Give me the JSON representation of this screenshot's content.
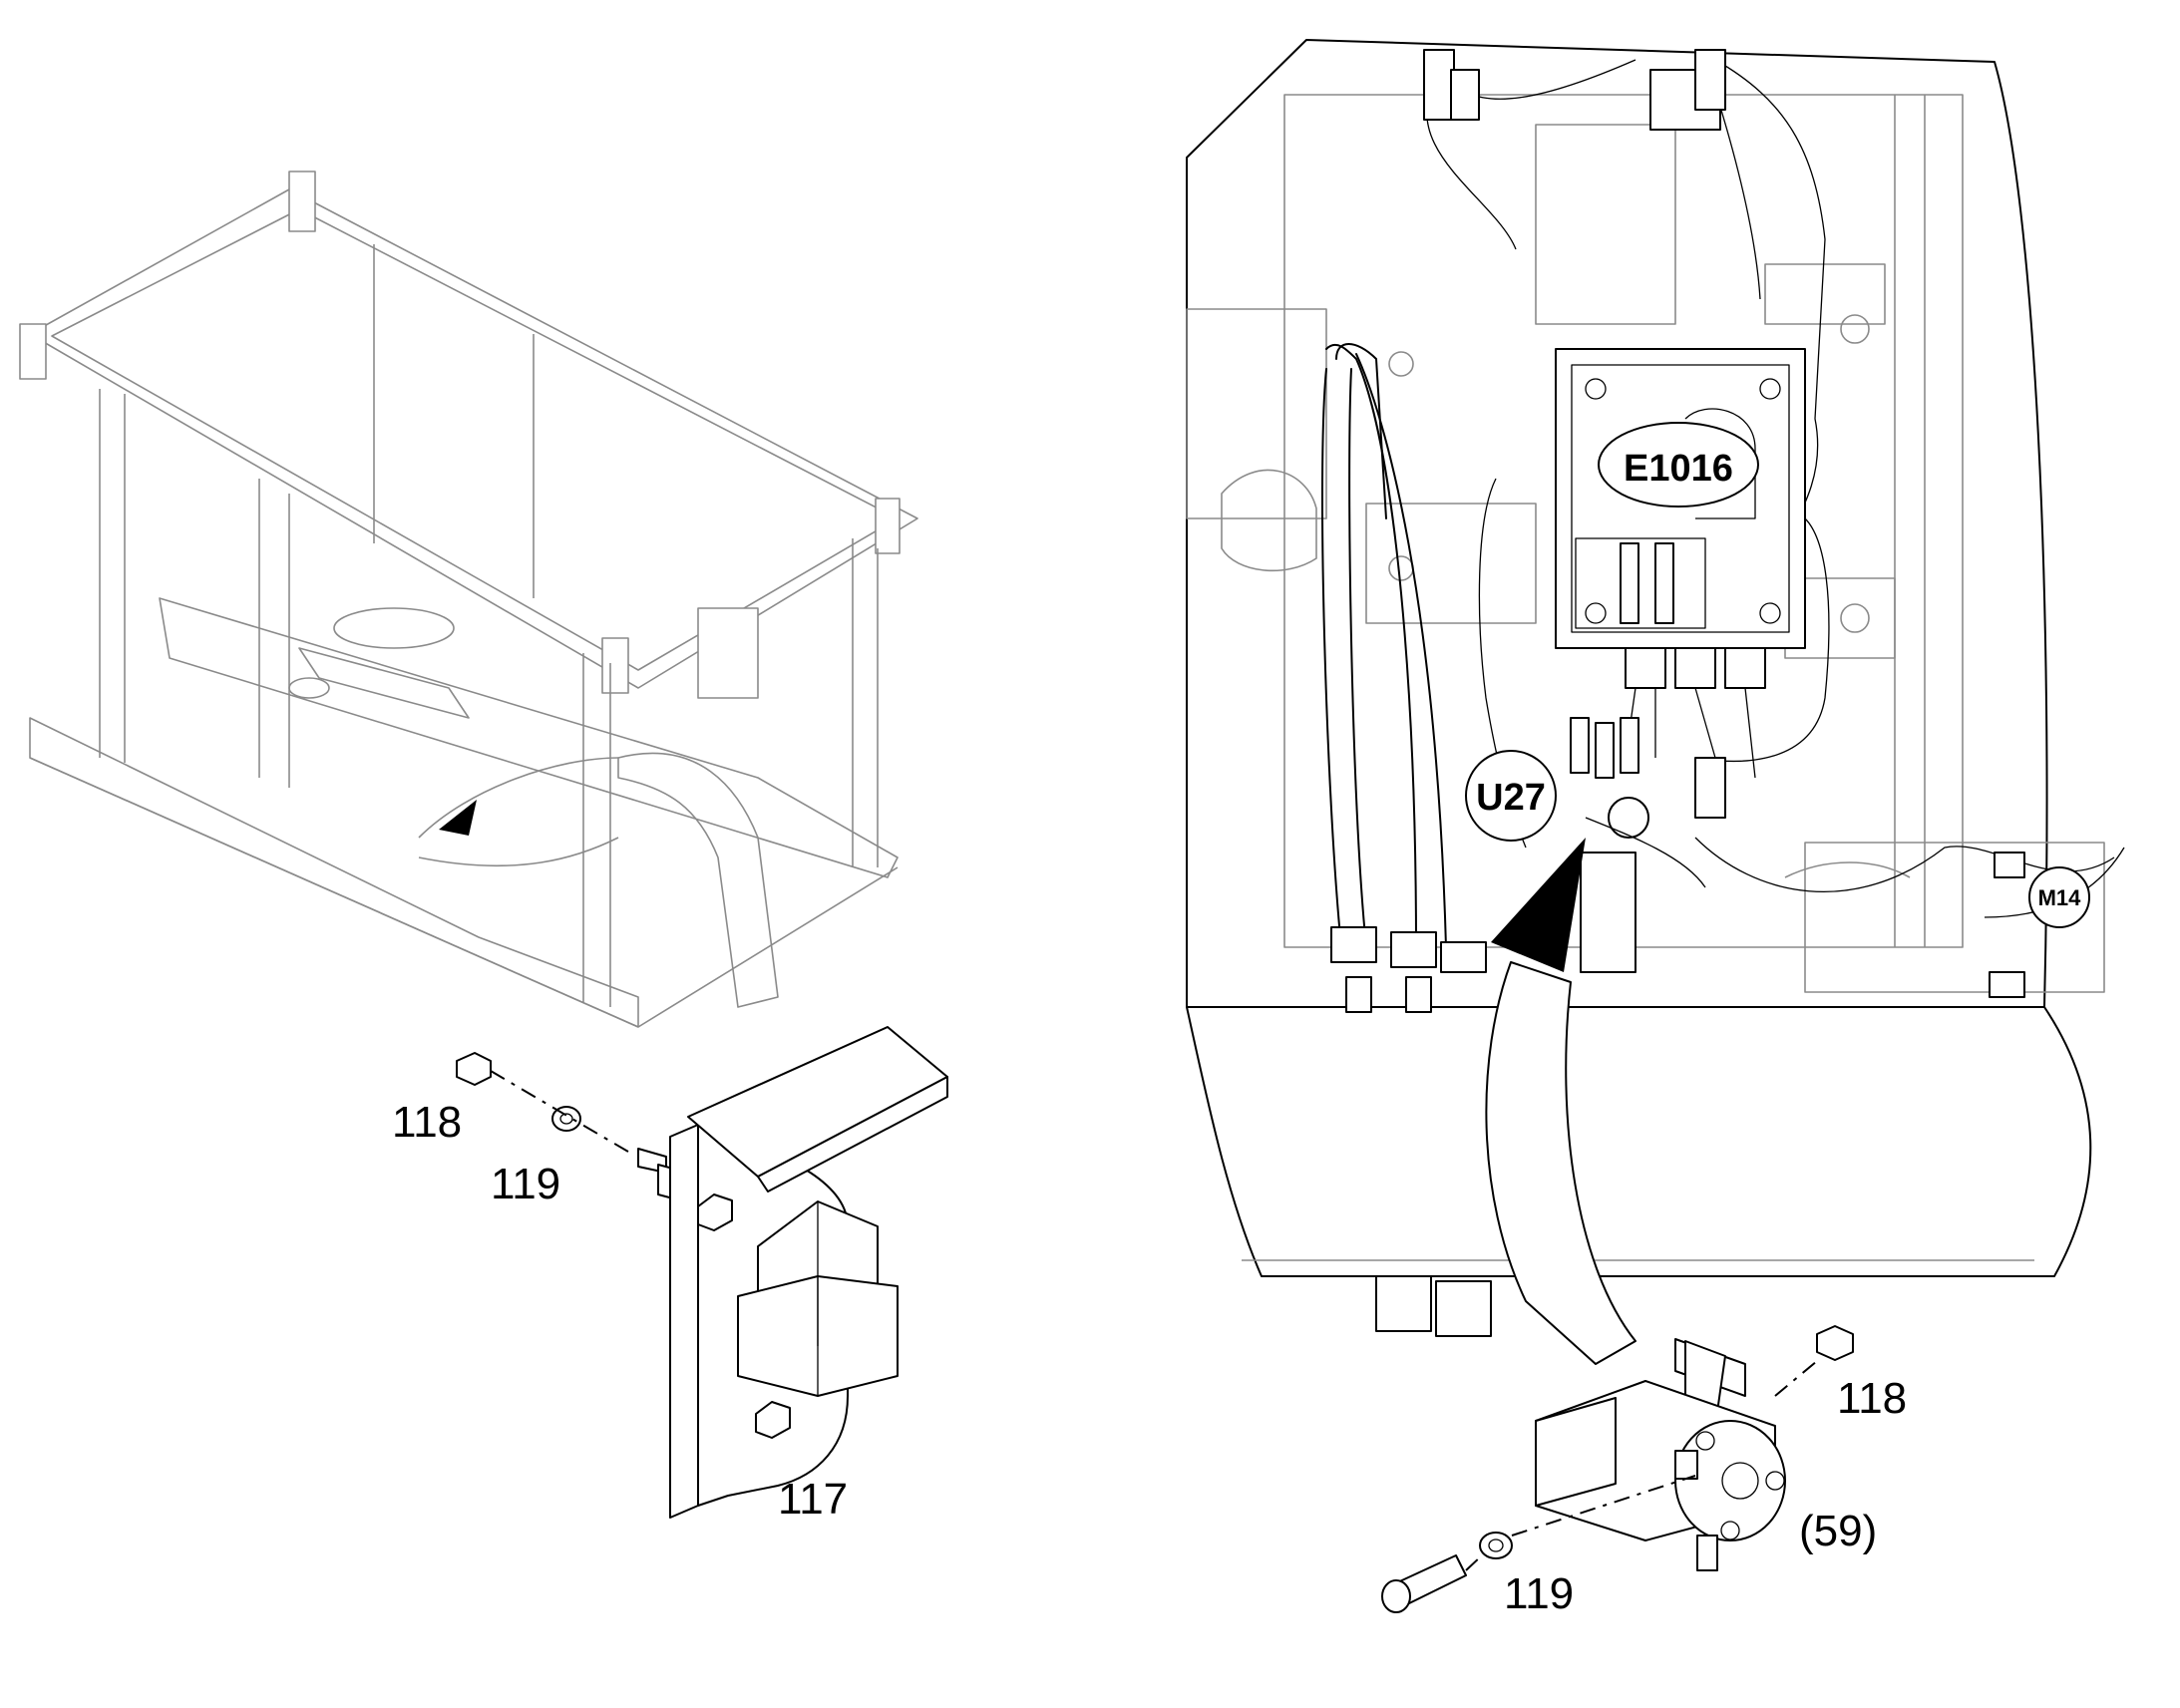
{
  "callouts": {
    "left_nut": "118",
    "left_washer": "119",
    "left_bracket": "117",
    "right_nut": "118",
    "right_washer": "119",
    "right_pump": "(59)"
  },
  "badges": {
    "controller": "E1016",
    "unit": "U27",
    "motor": "M14"
  },
  "icons": {
    "arrow_left": "triangle-pointer-icon",
    "arrow_right": "curved-pointer-icon"
  }
}
